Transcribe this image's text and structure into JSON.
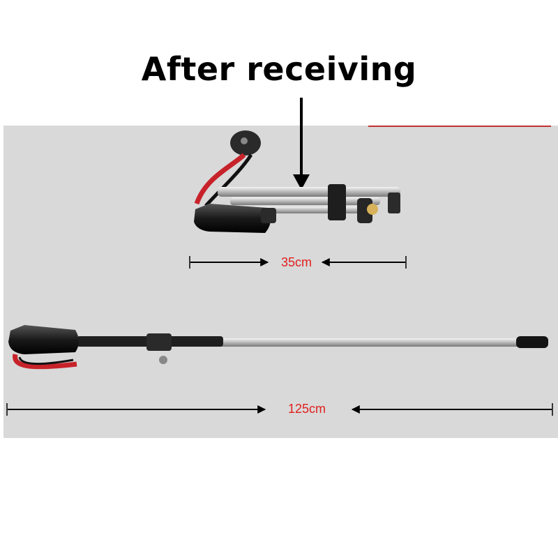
{
  "headline": "After receiving",
  "dimensions": {
    "folded": "35cm",
    "extended": "125cm"
  },
  "colors": {
    "label_red": "#e0201e",
    "backdrop": "#d9d9d9",
    "strap_red": "#c7222a"
  }
}
